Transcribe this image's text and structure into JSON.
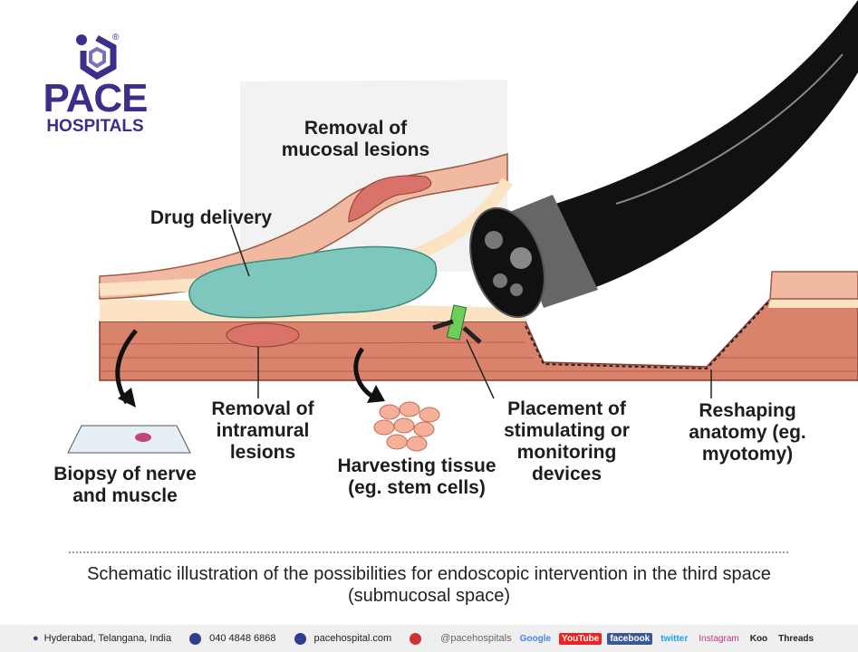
{
  "logo": {
    "name": "PACE",
    "subtitle": "HOSPITALS",
    "registered": "®",
    "color": "#3a2f8a"
  },
  "labels": {
    "mucosal": "Removal of mucosal lesions",
    "drug": "Drug delivery",
    "intramural": "Removal of intramural lesions",
    "biopsy": "Biopsy of nerve and muscle",
    "harvesting": "Harvesting tissue (eg. stem cells)",
    "placement": "Placement of stimulating or monitoring devices",
    "reshaping": "Reshaping anatomy (eg. myotomy)"
  },
  "caption": "Schematic illustration of the possibilities for endoscopic intervention in the third space (submucosal space)",
  "footer": {
    "location": "Hyderabad, Telangana, India",
    "phone": "040 4848 6868",
    "website": "pacehospital.com",
    "handle": "@pacehospitals",
    "socials": [
      "Google",
      "YouTube",
      "facebook",
      "twitter",
      "Instagram",
      "Koo",
      "Threads"
    ]
  },
  "colors": {
    "mucosa": "#f0b9a0",
    "submucosa": "#fbe3c4",
    "muscle": "#d9826c",
    "drug": "#7fc7bd",
    "lesion": "#d9736a",
    "scope": "#111111"
  }
}
